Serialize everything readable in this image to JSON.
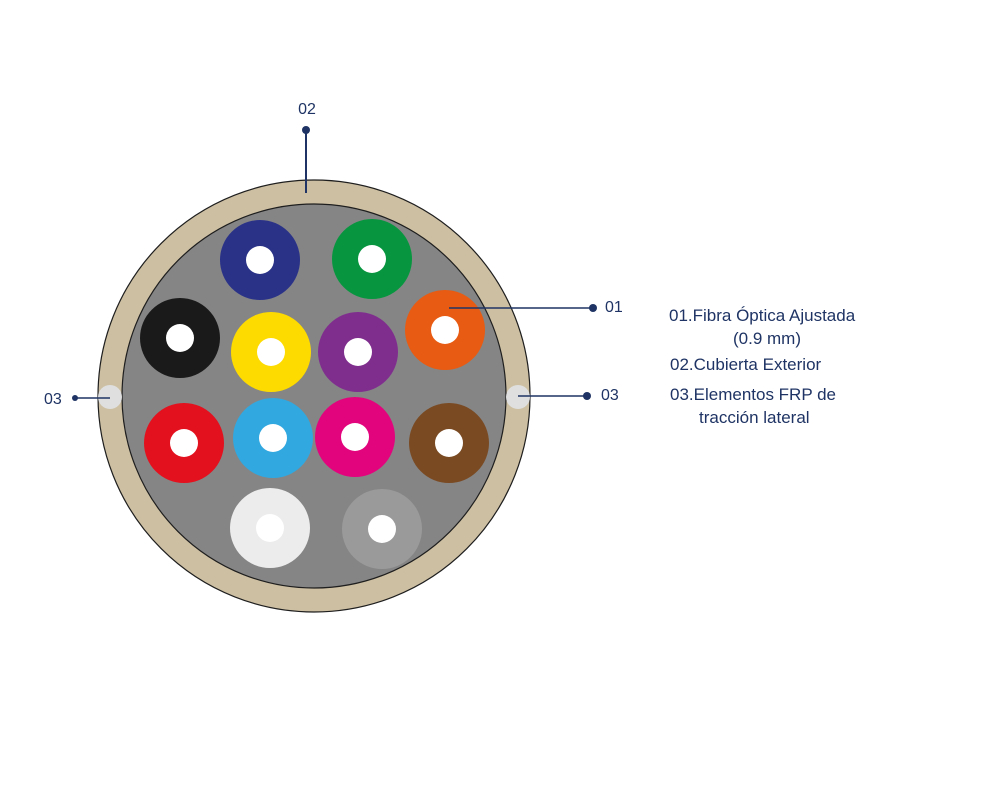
{
  "callouts": {
    "top": "02",
    "right_fiber": "01",
    "left_frp": "03",
    "right_frp": "03"
  },
  "legend": {
    "item1_line1": "01.Fibra Óptica Ajustada",
    "item1_line2": "(0.9 mm)",
    "item2": "02.Cubierta Exterior",
    "item3_line1": "03.Elementos FRP de",
    "item3_line2": "tracción lateral"
  },
  "colors": {
    "jacket": "#cdbfa2",
    "core": "#858585",
    "frp_element": "#dfdfdf",
    "leader_line": "#1f3464",
    "text": "#1f3464",
    "fiber_center": "#ffffff"
  },
  "fibers": [
    {
      "name": "blue",
      "color": "#2a3288"
    },
    {
      "name": "green",
      "color": "#07963f"
    },
    {
      "name": "black",
      "color": "#1a1a1a"
    },
    {
      "name": "yellow",
      "color": "#fedb00"
    },
    {
      "name": "violet",
      "color": "#7f2e8e"
    },
    {
      "name": "orange",
      "color": "#e85b12"
    },
    {
      "name": "red",
      "color": "#e3101e"
    },
    {
      "name": "aqua",
      "color": "#31a8e0"
    },
    {
      "name": "rose",
      "color": "#e2047d"
    },
    {
      "name": "brown",
      "color": "#7a4a23"
    },
    {
      "name": "white",
      "color": "#ececec"
    },
    {
      "name": "slate",
      "color": "#9a9a9a"
    }
  ]
}
